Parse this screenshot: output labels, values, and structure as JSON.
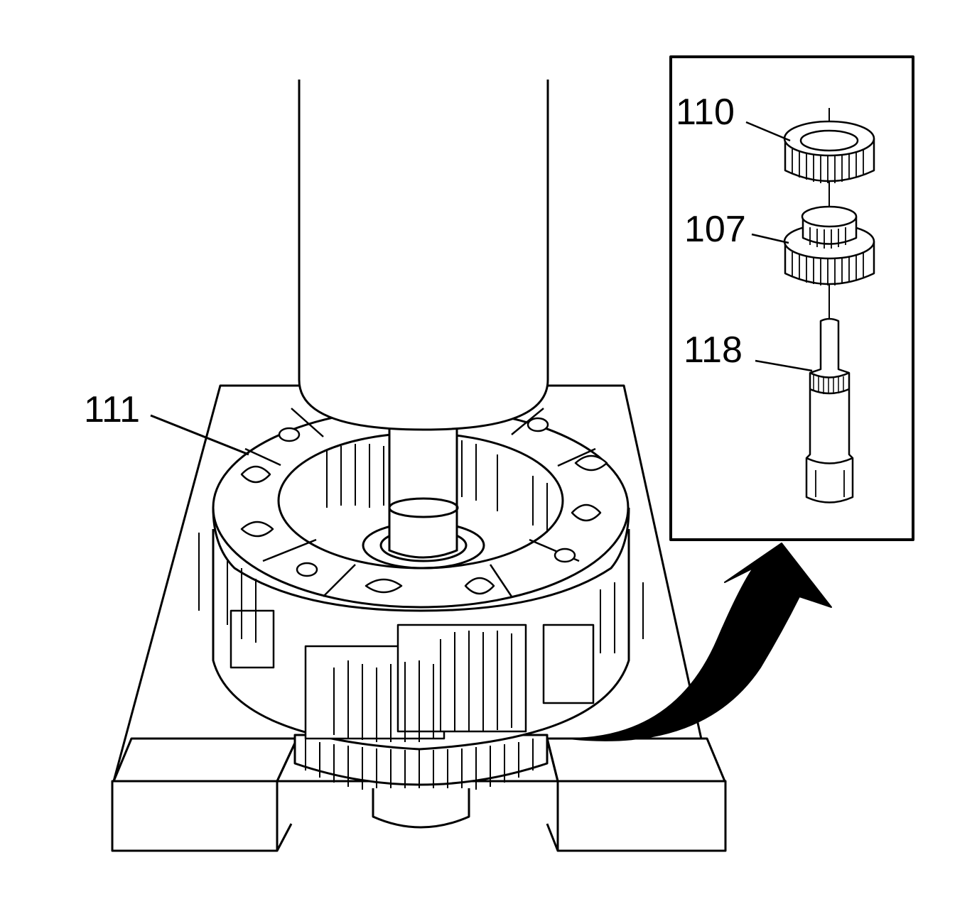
{
  "figure": {
    "callouts": [
      {
        "id": "111",
        "text": "111"
      },
      {
        "id": "110",
        "text": "110"
      },
      {
        "id": "107",
        "text": "107"
      },
      {
        "id": "118",
        "text": "118"
      }
    ],
    "line_color": "#000000",
    "background": "#ffffff"
  }
}
